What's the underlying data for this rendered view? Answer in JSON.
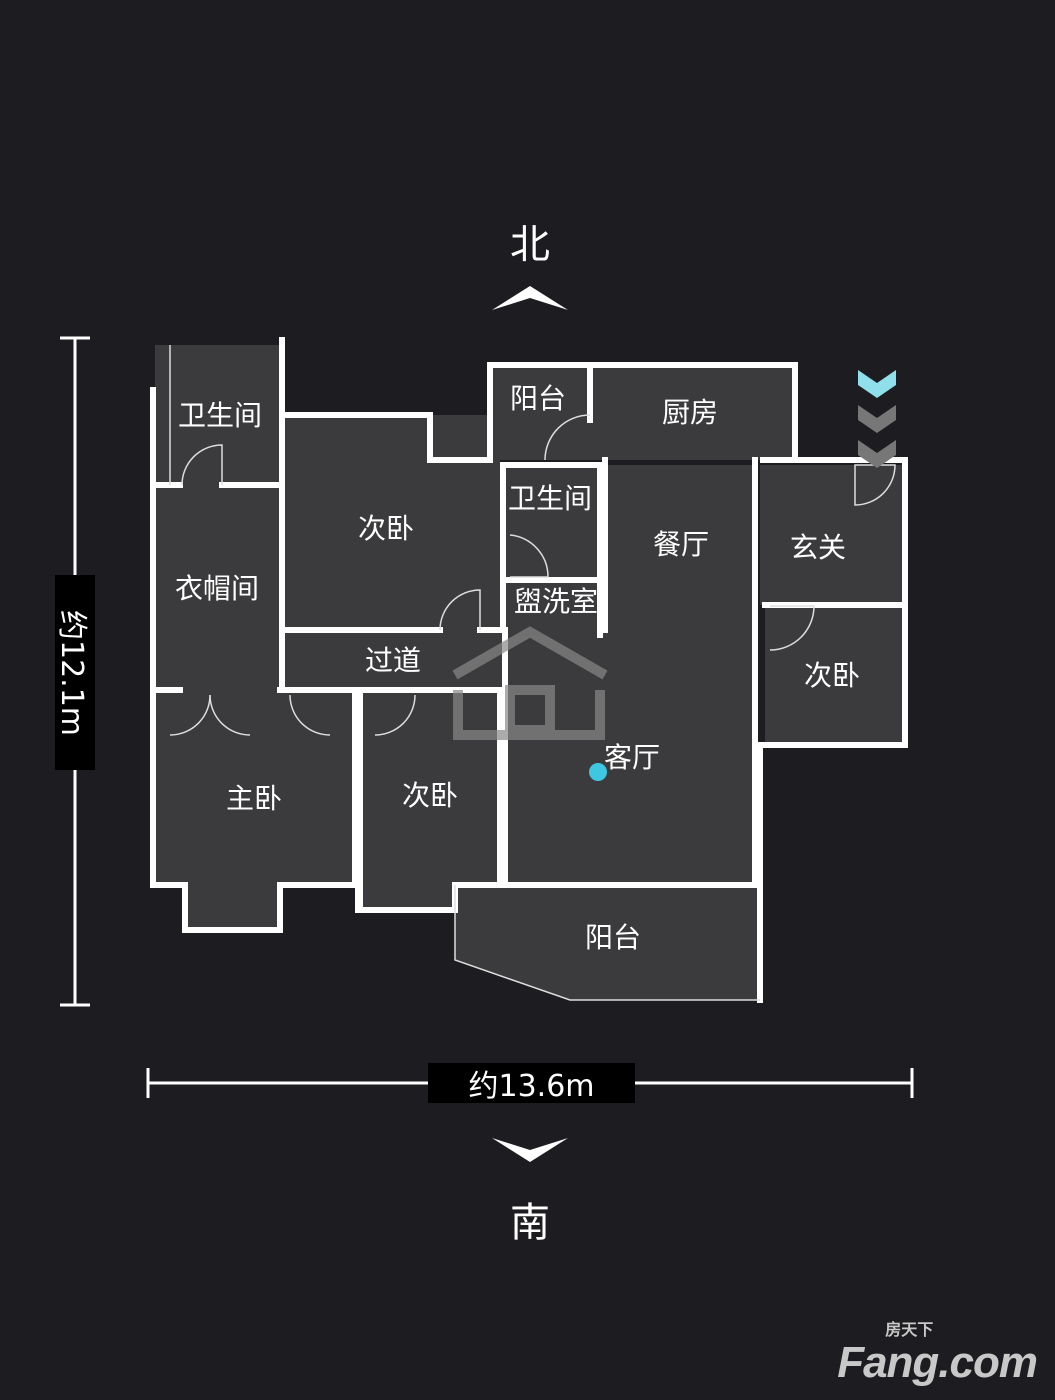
{
  "compass": {
    "north": "北",
    "south": "南"
  },
  "dimensions": {
    "height": "约12.1m",
    "width": "约13.6m"
  },
  "rooms": [
    {
      "id": "bathroom-1",
      "label": "卫生间"
    },
    {
      "id": "cloakroom",
      "label": "衣帽间"
    },
    {
      "id": "second-bedroom-1",
      "label": "次卧"
    },
    {
      "id": "balcony-north",
      "label": "阳台"
    },
    {
      "id": "kitchen",
      "label": "厨房"
    },
    {
      "id": "bathroom-2",
      "label": "卫生间"
    },
    {
      "id": "washroom",
      "label": "盥洗室"
    },
    {
      "id": "dining-room",
      "label": "餐厅"
    },
    {
      "id": "entrance",
      "label": "玄关"
    },
    {
      "id": "second-bedroom-2",
      "label": "次卧"
    },
    {
      "id": "corridor",
      "label": "过道"
    },
    {
      "id": "master-bedroom",
      "label": "主卧"
    },
    {
      "id": "second-bedroom-3",
      "label": "次卧"
    },
    {
      "id": "living-room",
      "label": "客厅"
    },
    {
      "id": "balcony-south",
      "label": "阳台"
    }
  ],
  "colors": {
    "background": "#1d1d21",
    "wall": "#ffffff",
    "entry_arrow": "#8fe0ea",
    "position_dot": "#3fc6e0"
  },
  "brand": {
    "name": "Fang.com",
    "tagline": "房天下"
  }
}
